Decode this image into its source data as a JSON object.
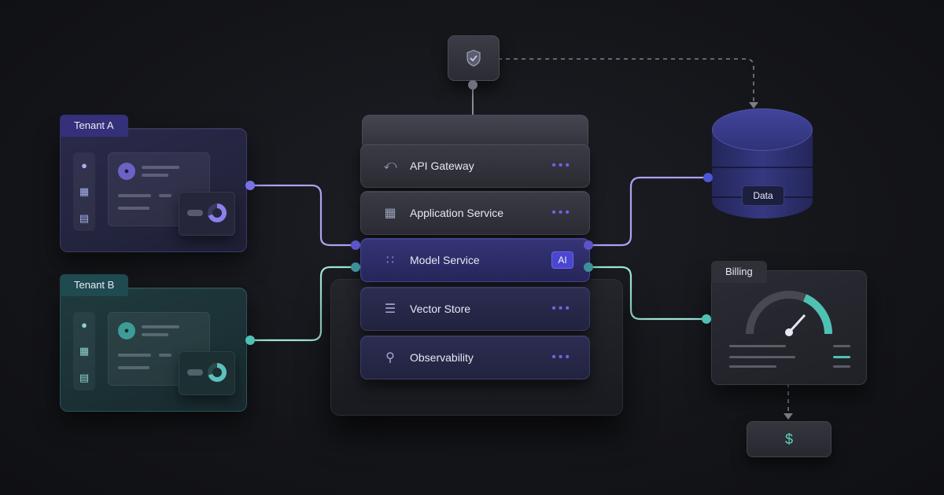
{
  "tenants": [
    {
      "label": "Tenant A",
      "icons": [
        "user-icon",
        "grid-icon",
        "bar-chart-icon"
      ],
      "accent": "#7a72e6"
    },
    {
      "label": "Tenant B",
      "icons": [
        "user-icon",
        "grid-icon",
        "bar-chart-icon"
      ],
      "accent": "#4fc1b3"
    }
  ],
  "stack": {
    "layers": [
      {
        "label": "API Gateway",
        "icon": "share-icon",
        "trailing": "•••"
      },
      {
        "label": "Application Service",
        "icon": "apps-grid-icon",
        "trailing": "•••"
      },
      {
        "label": "Model Service",
        "icon": "neural-dots-icon",
        "badge": "AI"
      },
      {
        "label": "Vector Store",
        "icon": "layers-icon",
        "trailing": "•••"
      },
      {
        "label": "Observability",
        "icon": "magnifier-icon",
        "trailing": "•••"
      }
    ]
  },
  "security": {
    "icon": "shield-icon"
  },
  "database": {
    "label": "Data",
    "icon": "database-icon"
  },
  "billing": {
    "label": "Billing",
    "icon": "gauge-icon",
    "currency": "$"
  },
  "colors": {
    "indigo": "#6c63e8",
    "teal": "#5fd0bd",
    "wire_a": "#a9a4f2",
    "wire_b": "#9ee6d8",
    "background": "#141519"
  }
}
